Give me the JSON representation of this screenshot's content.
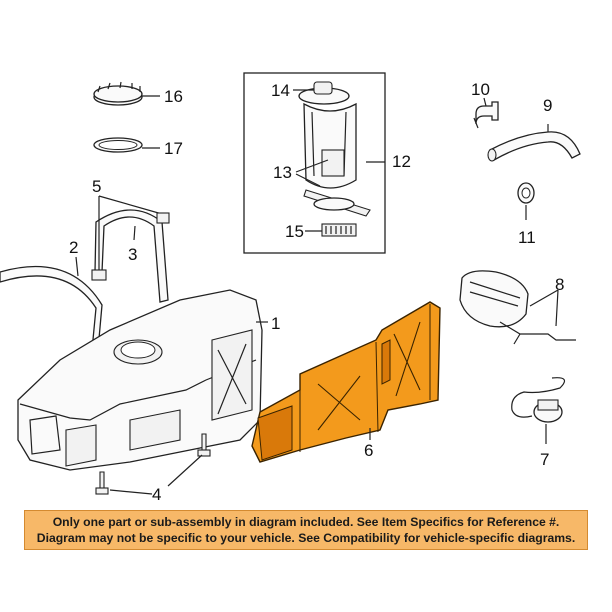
{
  "callouts": {
    "c1": "1",
    "c2": "2",
    "c3": "3",
    "c4": "4",
    "c5": "5",
    "c6": "6",
    "c7": "7",
    "c8": "8",
    "c9": "9",
    "c10": "10",
    "c11": "11",
    "c12": "12",
    "c13": "13",
    "c14": "14",
    "c15": "15",
    "c16": "16",
    "c17": "17"
  },
  "notice": {
    "line1": "Only one part or sub-assembly in diagram included. See Item Specifics for Reference #.",
    "line2": "Diagram may not be specific to your vehicle. See Compatibility for vehicle-specific diagrams."
  },
  "colors": {
    "highlight_part": "#f39a1c",
    "notice_background": "#f7b868"
  }
}
